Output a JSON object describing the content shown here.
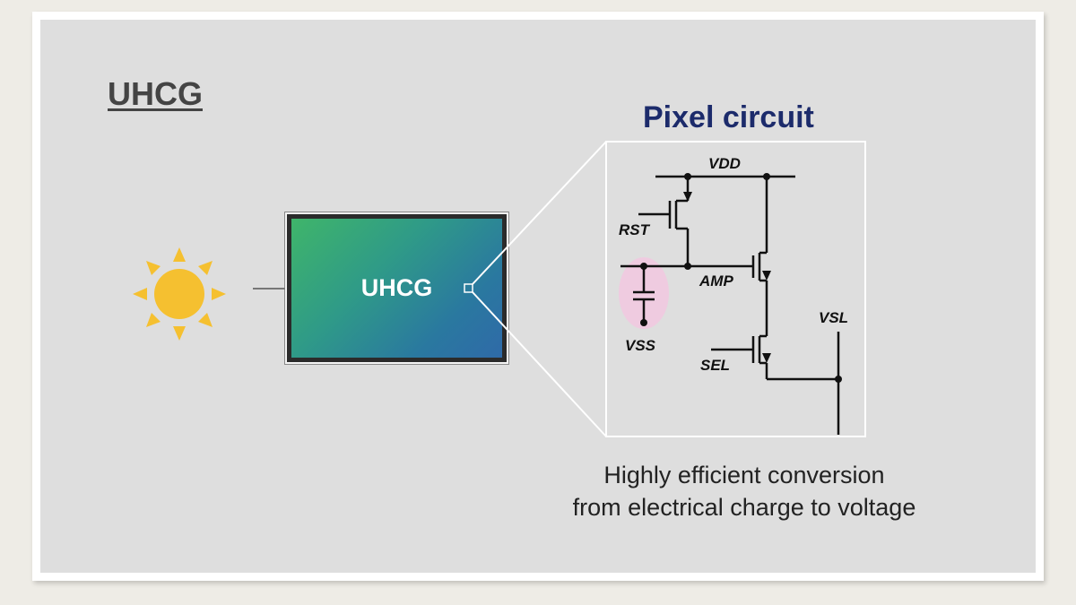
{
  "title": "UHCG",
  "sensor_label": "UHCG",
  "circuit": {
    "title": "Pixel circuit",
    "labels": {
      "vdd": "VDD",
      "rst": "RST",
      "amp": "AMP",
      "vss": "VSS",
      "vsl": "VSL",
      "sel": "SEL"
    }
  },
  "caption": {
    "line1": "Highly efficient conversion",
    "line2": "from electrical charge to voltage"
  },
  "colors": {
    "title": "#444444",
    "circuit_title": "#1c2b6b",
    "sun": "#f5c030",
    "highlight": "#f2c8e0"
  }
}
